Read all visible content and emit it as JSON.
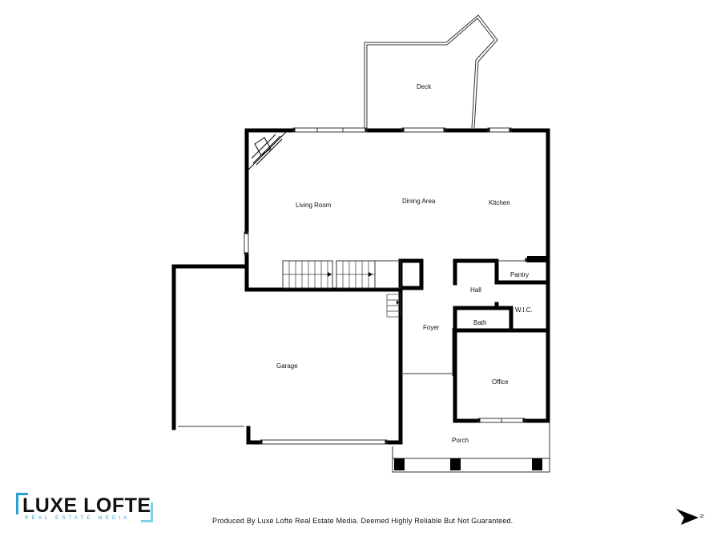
{
  "rooms": {
    "deck": "Deck",
    "living_room": "Living Room",
    "dining_area": "Dining Area",
    "kitchen": "Kitchen",
    "pantry": "Pantry",
    "hall": "Hall",
    "wic": "W.I.C.",
    "bath": "Bath",
    "foyer": "Foyer",
    "garage": "Garage",
    "office": "Office",
    "porch": "Porch"
  },
  "branding": {
    "logo_main": "LUXE LOFTE",
    "logo_sub": "REAL ESTATE MEDIA",
    "disclaimer": "Produced By Luxe Lofte Real Estate Media. Deemed Highly Reliable But Not Guaranteed."
  },
  "compass": {
    "letter": "N",
    "icon": "north-arrow-icon"
  },
  "colors": {
    "wall": "#000000",
    "thin_line": "#333333",
    "logo_accent": "#2aa1d6",
    "logo_accent_light": "#7fd0ea"
  }
}
